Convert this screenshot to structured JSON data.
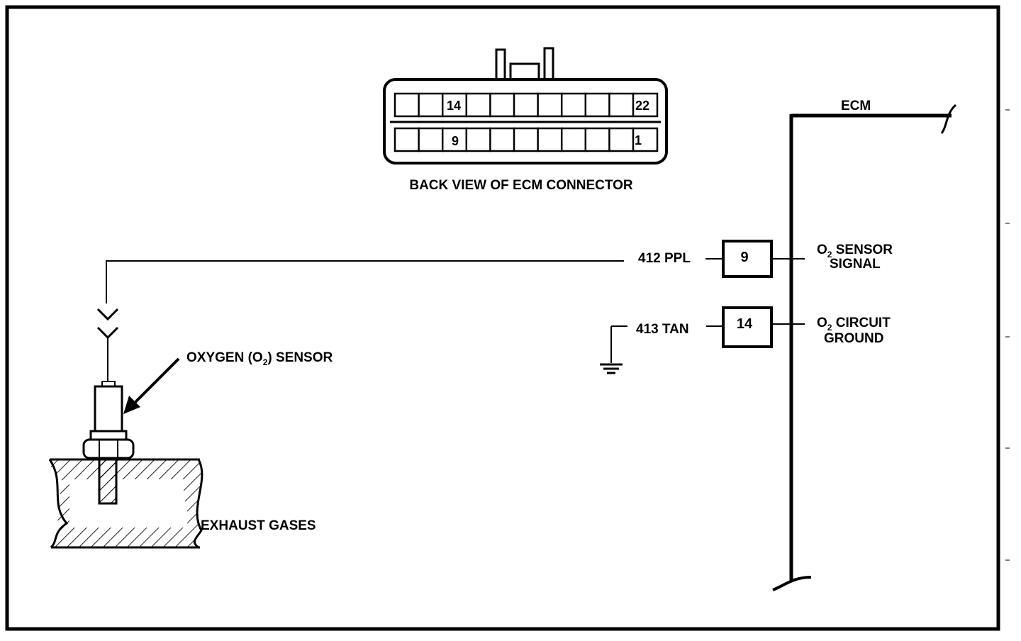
{
  "connector": {
    "title": "BACK VIEW OF ECM CONNECTOR",
    "top_row_pins": [
      "14",
      "22"
    ],
    "bottom_row_pins": [
      "9",
      "1"
    ]
  },
  "ecm": {
    "label": "ECM"
  },
  "circuits": [
    {
      "wire": "412 PPL",
      "pin": "9",
      "function_line1": "O",
      "function_sub": "2",
      "function_rest": " SENSOR",
      "function_line2": "SIGNAL"
    },
    {
      "wire": "413 TAN",
      "pin": "14",
      "function_line1": "O",
      "function_sub": "2",
      "function_rest": " CIRCUIT",
      "function_line2": "GROUND"
    }
  ],
  "sensor": {
    "label_pre": "OXYGEN (O",
    "label_sub": "2",
    "label_post": ") SENSOR"
  },
  "exhaust": {
    "label": "EXHAUST GASES"
  },
  "colors": {
    "ink": "#000000",
    "background": "#ffffff"
  }
}
